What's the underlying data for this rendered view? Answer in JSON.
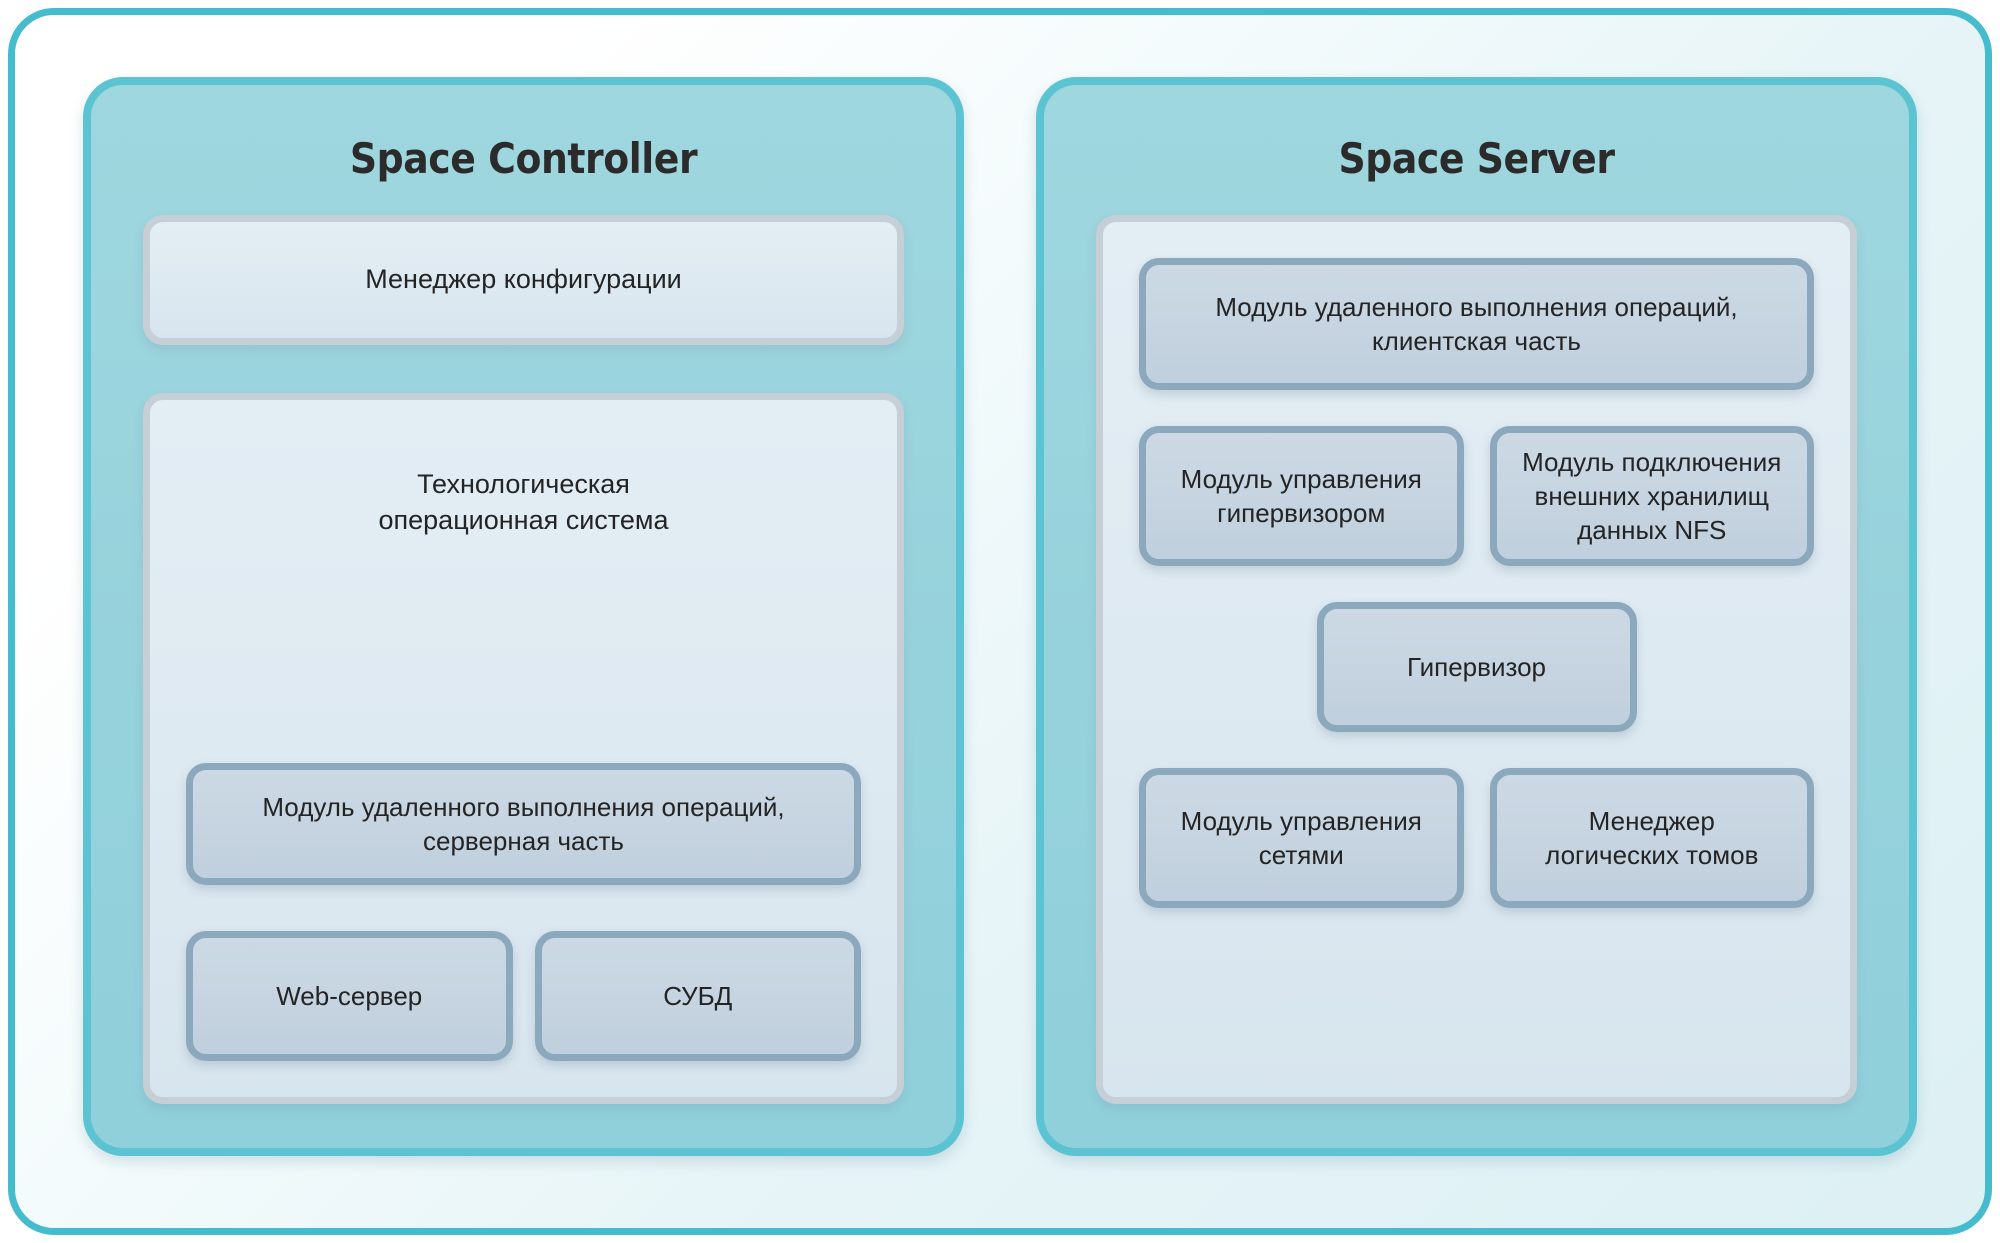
{
  "diagram": {
    "title": "Space Controller / Space Server architecture",
    "colors": {
      "outer_border": "#45bccd",
      "panel_background": "#9ad5de",
      "panel_border": "#5cc3d2",
      "pale_box_background": "#dfeaf2",
      "pale_box_border": "#c6ced6",
      "steel_box_background": "#c8d6e3",
      "steel_box_border": "#8ca8bc",
      "text": "#242424"
    }
  },
  "panels": [
    {
      "id": "space-controller",
      "title": "Space Controller",
      "config_manager": "Менеджер конфигурации",
      "os_title_line1": "Технологическая",
      "os_title_line2": "операционная система",
      "remote_module_line1": "Модуль удаленного выполнения операций,",
      "remote_module_line2": "серверная часть",
      "bottom_boxes": [
        "Web-сервер",
        "СУБД"
      ]
    },
    {
      "id": "space-server",
      "title": "Space Server",
      "remote_client_line1": "Модуль удаленного выполнения операций,",
      "remote_client_line2": "клиентская часть",
      "hypervisor_row": [
        {
          "line1": "Модуль управления",
          "line2": "гипервизором",
          "line3": ""
        },
        {
          "line1": "Модуль подключения",
          "line2": "внешних хранилищ",
          "line3": "данных NFS"
        }
      ],
      "hypervisor": "Гипервизор",
      "bottom_row": [
        {
          "line1": "Модуль управления",
          "line2": "сетями"
        },
        {
          "line1": "Менеджер",
          "line2": "логических томов"
        }
      ]
    }
  ]
}
